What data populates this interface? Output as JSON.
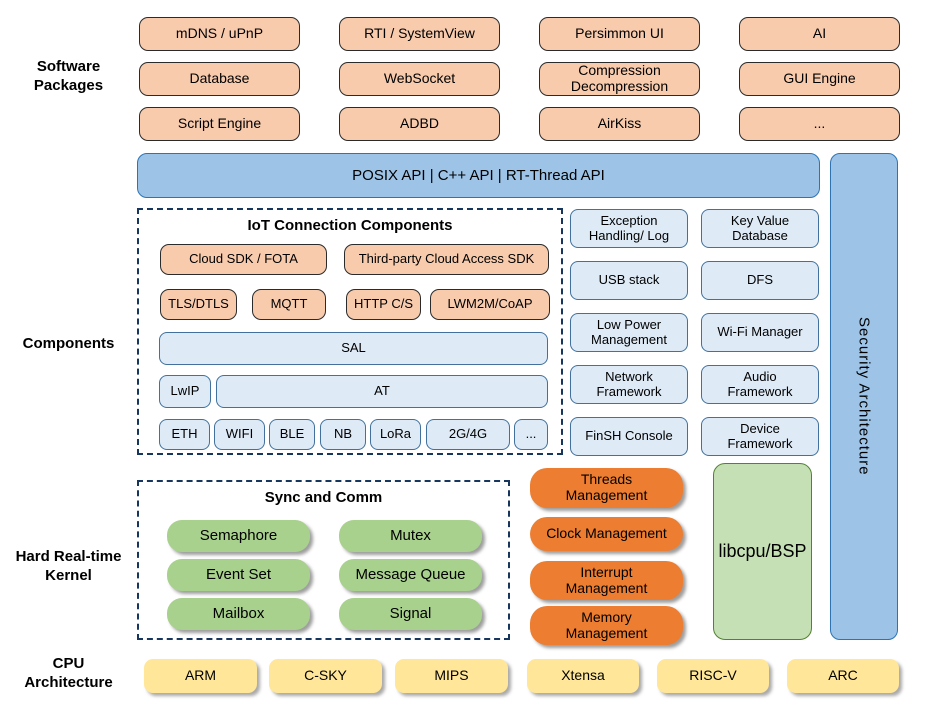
{
  "labels": {
    "software_packages": "Software\nPackages",
    "components": "Components",
    "kernel": "Hard Real-time\nKernel",
    "cpu": "CPU\nArchitecture"
  },
  "packages": [
    "mDNS / uPnP",
    "RTI / SystemView",
    "Persimmon UI",
    "AI",
    "Database",
    "WebSocket",
    "Compression\nDecompression",
    "GUI Engine",
    "Script Engine",
    "ADBD",
    "AirKiss",
    "..."
  ],
  "api_bar": "POSIX API  |  C++ API  |  RT-Thread API",
  "security_bar": "Security Architecture",
  "iot": {
    "title": "IoT Connection Components",
    "row1": [
      "Cloud SDK / FOTA",
      "Third-party Cloud Access SDK"
    ],
    "row2": [
      "TLS/DTLS",
      "MQTT",
      "HTTP C/S",
      "LWM2M/CoAP"
    ],
    "sal": "SAL",
    "lwip": "LwIP",
    "at": "AT",
    "links": [
      "ETH",
      "WIFI",
      "BLE",
      "NB",
      "LoRa",
      "2G/4G",
      "..."
    ]
  },
  "components_right": [
    "Exception\nHandling/ Log",
    "Key Value\nDatabase",
    "USB stack",
    "DFS",
    "Low Power\nManagement",
    "Wi-Fi Manager",
    "Network\nFramework",
    "Audio\nFramework",
    "FinSH Console",
    "Device\nFramework"
  ],
  "kernel": {
    "sync_title": "Sync and Comm",
    "sync_items": [
      "Semaphore",
      "Mutex",
      "Event Set",
      "Message Queue",
      "Mailbox",
      "Signal"
    ],
    "mgmt_items": [
      "Threads\nManagement",
      "Clock Management",
      "Interrupt\nManagement",
      "Memory\nManagement"
    ],
    "libcpu": "libcpu/BSP"
  },
  "cpu_items": [
    "ARM",
    "C-SKY",
    "MIPS",
    "Xtensa",
    "RISC-V",
    "ARC"
  ],
  "colors": {
    "package_fill": "#F8CBAD",
    "api_fill": "#9DC3E6",
    "component_fill": "#DEEAF6",
    "component_border": "#41719C",
    "dashed_border": "#17365D",
    "sync_fill": "#A9D18E",
    "mgmt_fill": "#ED7D31",
    "libcpu_fill": "#C5E0B4",
    "cpu_fill": "#FFE699"
  }
}
